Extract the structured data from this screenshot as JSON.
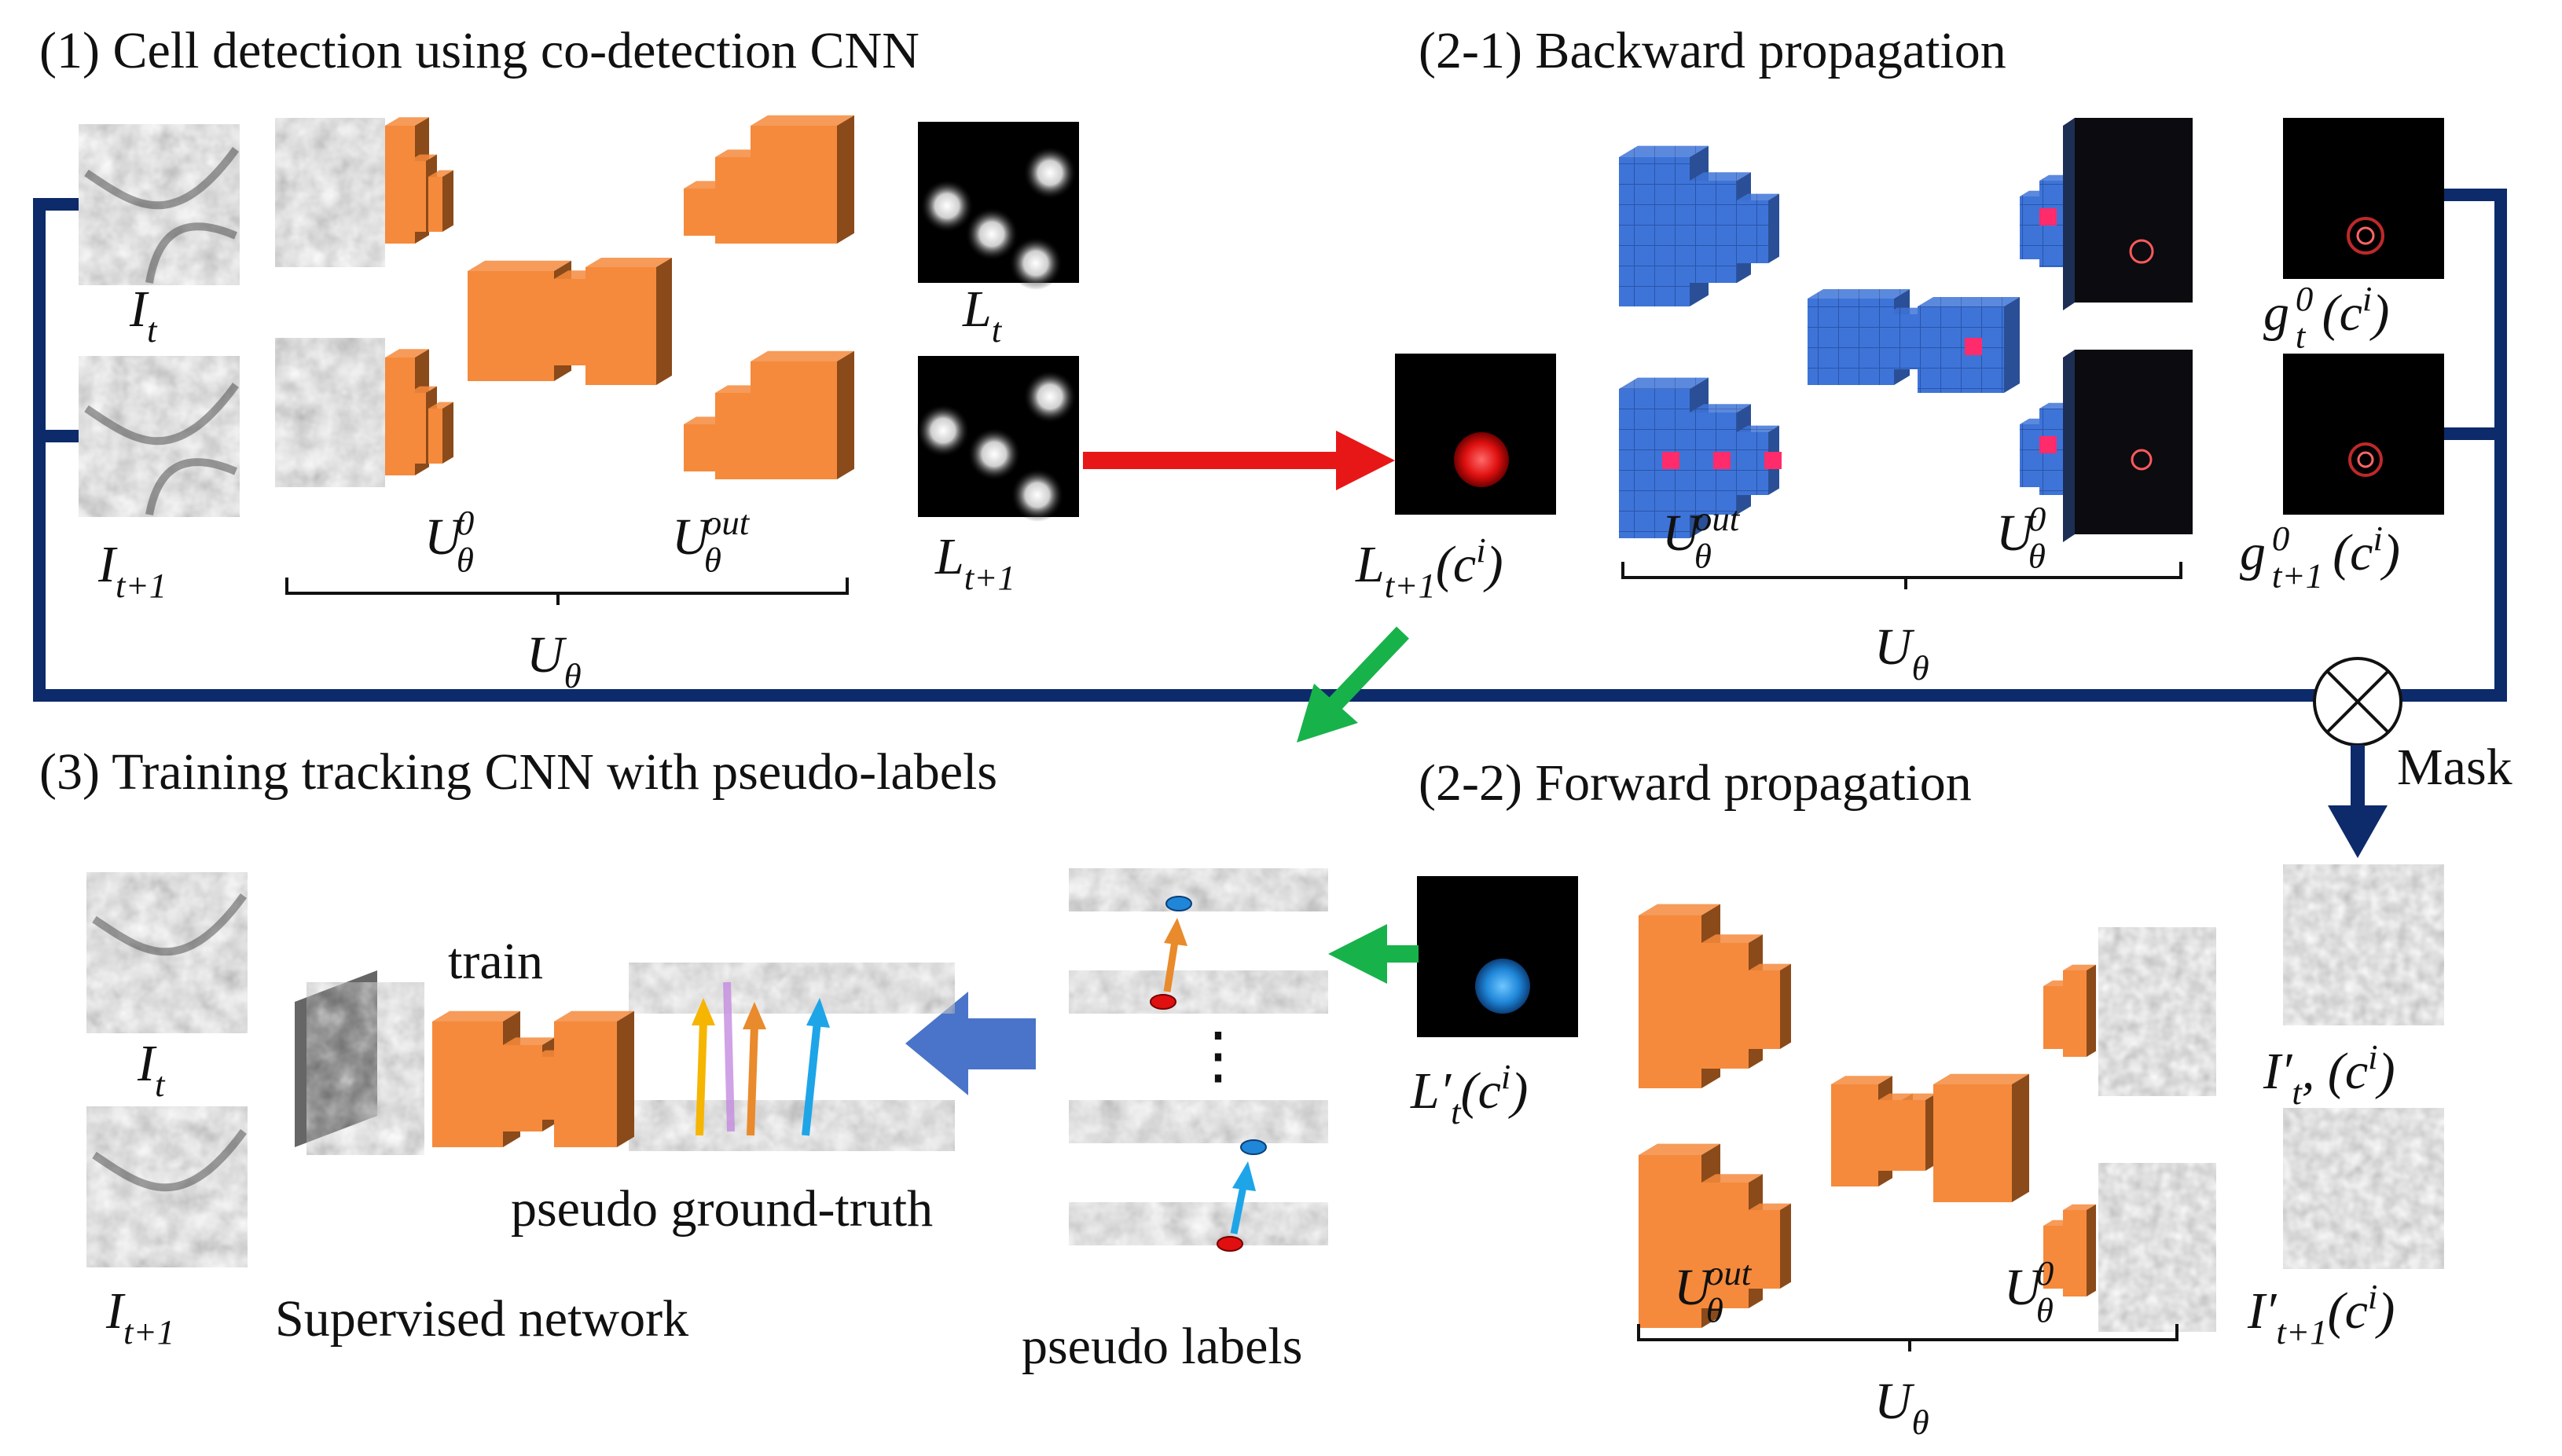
{
  "sections": {
    "s1": "(1) Cell detection using co-detection CNN",
    "s21": "(2-1) Backward propagation",
    "s22": "(2-2) Forward propagation",
    "s3": "(3) Training tracking CNN with pseudo-labels"
  },
  "labels": {
    "It": {
      "base": "I",
      "sub": "t"
    },
    "It1": {
      "base": "I",
      "sub": "t+1"
    },
    "Lt": {
      "base": "L",
      "sub": "t"
    },
    "Lt1": {
      "base": "L",
      "sub": "t+1"
    },
    "Lt1c": {
      "base": "L",
      "sub": "t+1",
      "tail": "(c",
      "tailsup": "i",
      "end": ")"
    },
    "Ltp": {
      "base": "L′",
      "sub": "t",
      "tail": "(c",
      "tailsup": "i",
      "end": ")"
    },
    "gt0": {
      "base": "g",
      "sup": "0",
      "sub": "t",
      "tail": "(c",
      "tailsup": "i",
      "end": ")"
    },
    "gt10": {
      "base": "g",
      "sup": "0",
      "sub": "t+1",
      "tail": "(c",
      "tailsup": "i",
      "end": ")"
    },
    "Itp": {
      "base": "I′",
      "sub": "t",
      "tail": ", (c",
      "tailsup": "i",
      "end": ")"
    },
    "It1p": {
      "base": "I′",
      "sub": "t+1",
      "tail": "(c",
      "tailsup": "i",
      "end": ")"
    },
    "U0": {
      "base": "U",
      "sup": "0",
      "sub": "θ"
    },
    "Uout": {
      "base": "U",
      "sup": "out",
      "sub": "θ"
    },
    "U": {
      "base": "U",
      "sub": "θ"
    }
  },
  "text": {
    "mask": "Mask",
    "train": "train",
    "pseudo_gt": "pseudo ground-truth",
    "supervised": "Supervised network",
    "pseudo_labels": "pseudo labels",
    "dots": "⋮"
  },
  "colors": {
    "block": "#f58a3c",
    "block_dark": "#8b4a1a",
    "grid_blue": "#3e74d8",
    "line_navy": "#0d2a6b",
    "arrow_red": "#e81717",
    "arrow_green": "#18b24a",
    "arrow_blue": "#4a74c9"
  },
  "icons": [
    "multiply-circle-icon"
  ]
}
